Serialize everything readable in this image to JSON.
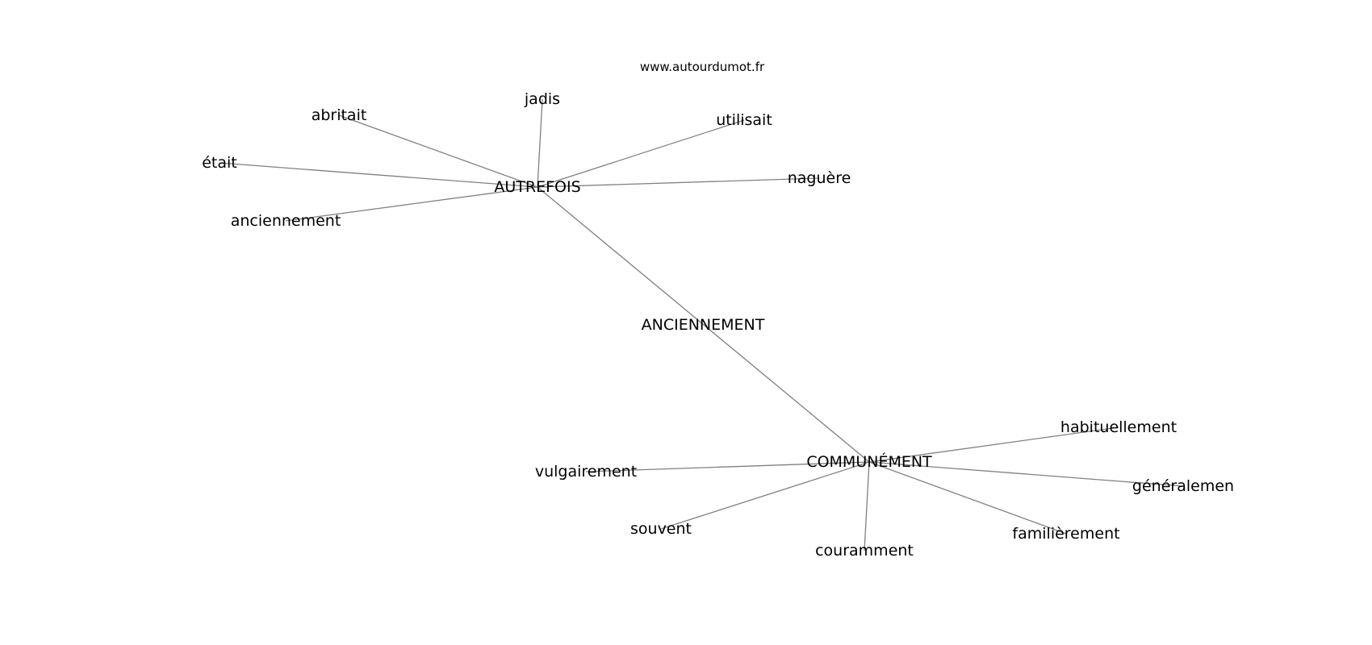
{
  "watermark": "www.autourdumot.fr",
  "graph": {
    "edge_color": "#808080",
    "text_color": "#000000",
    "nodes": [
      {
        "id": "ANCIENNEMENT",
        "label": "ANCIENNEMENT"
      },
      {
        "id": "AUTREFOIS",
        "label": "AUTREFOIS"
      },
      {
        "id": "COMMUNEMENT",
        "label": "COMMUNÉMENT"
      },
      {
        "id": "jadis",
        "label": "jadis"
      },
      {
        "id": "abritait",
        "label": "abritait"
      },
      {
        "id": "utilisait",
        "label": "utilisait"
      },
      {
        "id": "etait",
        "label": "était"
      },
      {
        "id": "naguere",
        "label": "naguère"
      },
      {
        "id": "anciennement",
        "label": "anciennement"
      },
      {
        "id": "habituellement",
        "label": "habituellement"
      },
      {
        "id": "generalemen",
        "label": "généralemen"
      },
      {
        "id": "vulgairement",
        "label": "vulgairement"
      },
      {
        "id": "familierement",
        "label": "familièrement"
      },
      {
        "id": "souvent",
        "label": "souvent"
      },
      {
        "id": "couramment",
        "label": "couramment"
      }
    ],
    "edges": [
      [
        "AUTREFOIS",
        "COMMUNEMENT"
      ],
      [
        "AUTREFOIS",
        "jadis"
      ],
      [
        "AUTREFOIS",
        "abritait"
      ],
      [
        "AUTREFOIS",
        "utilisait"
      ],
      [
        "AUTREFOIS",
        "etait"
      ],
      [
        "AUTREFOIS",
        "naguere"
      ],
      [
        "AUTREFOIS",
        "anciennement"
      ],
      [
        "COMMUNEMENT",
        "habituellement"
      ],
      [
        "COMMUNEMENT",
        "generalemen"
      ],
      [
        "COMMUNEMENT",
        "vulgairement"
      ],
      [
        "COMMUNEMENT",
        "familierement"
      ],
      [
        "COMMUNEMENT",
        "souvent"
      ],
      [
        "COMMUNEMENT",
        "couramment"
      ]
    ]
  }
}
